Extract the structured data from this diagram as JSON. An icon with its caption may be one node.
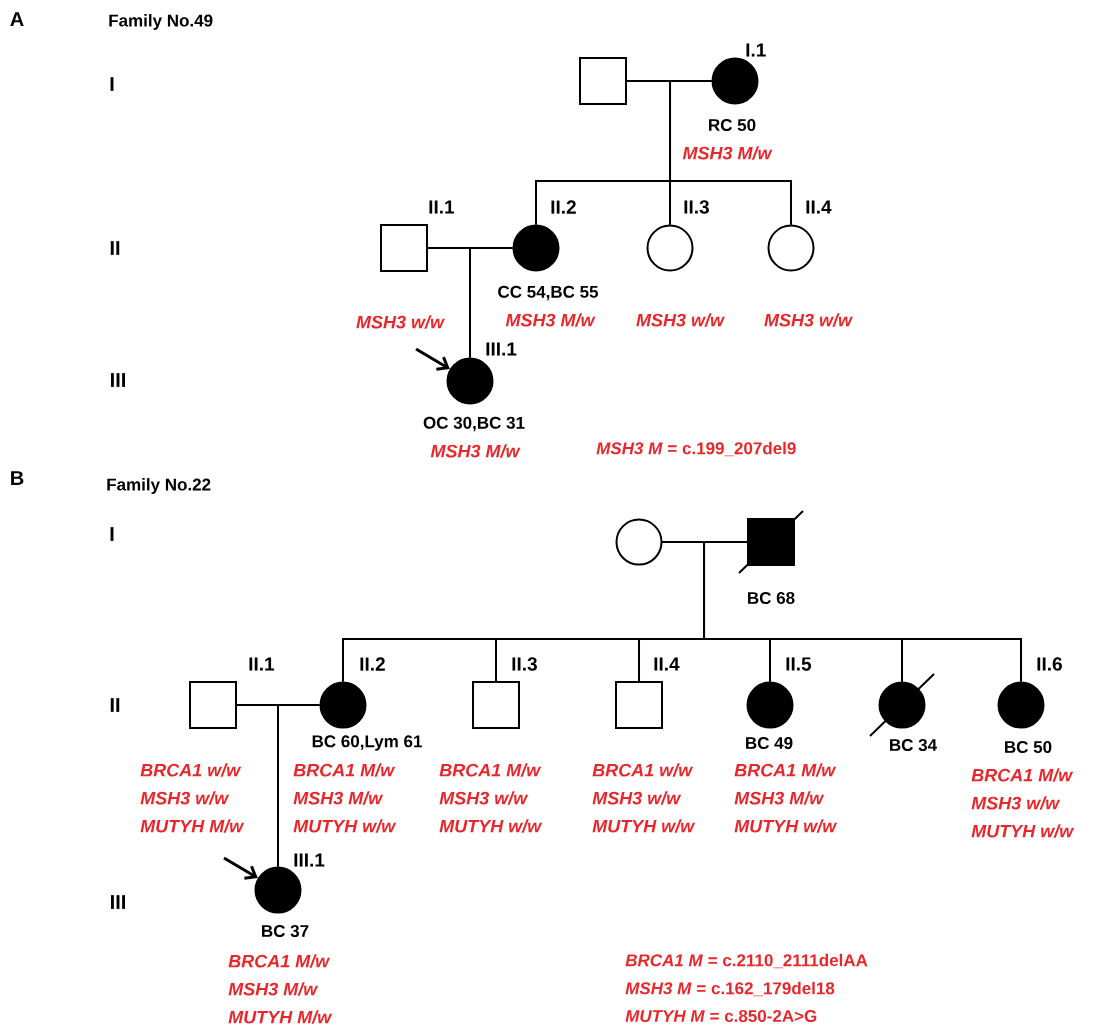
{
  "diagram": {
    "nodes": [
      {
        "text": [],
        "shape": "box"
      },
      {
        "text": [],
        "shape": "disc",
        "beside": [
          "I.1",
          "RC 50",
          "MSH3 M/w"
        ]
      },
      {
        "text": [],
        "shape": "box",
        "beside": [
          "II.1",
          "MSH3 w/w"
        ]
      },
      {
        "text": [],
        "shape": "disc",
        "beside": [
          "II.2",
          "CC 54,BC 55",
          "MSH3 M/w"
        ]
      },
      {
        "text": [],
        "shape": "circle",
        "beside": [
          "II.3",
          "MSH3 w/w"
        ]
      },
      {
        "text": [],
        "shape": "circle",
        "beside": [
          "II.4",
          "MSH3 w/w"
        ]
      },
      {
        "text": [],
        "shape": "disc",
        "beside": [
          "III.1",
          "OC 30,BC 31",
          "MSH3 M/w"
        ]
      },
      {
        "text": [],
        "shape": "circle"
      },
      {
        "text": [],
        "shape": "block",
        "beside": [
          "BC 68"
        ]
      },
      {
        "text": [],
        "shape": "box",
        "beside": [
          "II.1",
          "BRCA1 w/w",
          "MSH3 w/w",
          "MUTYH M/w"
        ]
      },
      {
        "text": [],
        "shape": "disc",
        "beside": [
          "II.2",
          "BC 60,Lym 61",
          "BRCA1 M/w",
          "MSH3 M/w",
          "MUTYH w/w"
        ]
      },
      {
        "text": [],
        "shape": "box",
        "beside": [
          "II.3",
          "BRCA1 M/w",
          "MSH3 w/w",
          "MUTYH w/w"
        ]
      },
      {
        "text": [],
        "shape": "box",
        "beside": [
          "II.4",
          "BRCA1 w/w",
          "MSH3 w/w",
          "MUTYH w/w"
        ]
      },
      {
        "text": [],
        "shape": "disc",
        "beside": [
          "II.5",
          "BC  49",
          "BRCA1 M/w",
          "MSH3 M/w",
          "MUTYH w/w"
        ]
      },
      {
        "text": [],
        "shape": "disc",
        "beside": [
          "BC 34"
        ]
      },
      {
        "text": [],
        "shape": "disc",
        "beside": [
          "II.6",
          "BC 50",
          "BRCA1 M/w",
          "MSH3 w/w",
          "MUTYH w/w"
        ]
      },
      {
        "text": [],
        "shape": "disc",
        "beside": [
          "III.1",
          "BC 37",
          "BRCA1 M/w",
          "MSH3 M/w",
          "MUTYH M/w"
        ]
      }
    ],
    "edges": [
      {
        "from": 0,
        "to": 1,
        "arrow": "none"
      },
      {
        "from": 0,
        "to": 3,
        "arrow": "none"
      },
      {
        "from": 1,
        "to": 3,
        "arrow": "none"
      },
      {
        "from": 0,
        "to": 4,
        "arrow": "none"
      },
      {
        "from": 1,
        "to": 4,
        "arrow": "none"
      },
      {
        "from": 0,
        "to": 5,
        "arrow": "none"
      },
      {
        "from": 1,
        "to": 5,
        "arrow": "none"
      },
      {
        "from": 2,
        "to": 3,
        "arrow": "none"
      },
      {
        "from": 2,
        "to": 6,
        "arrow": "none"
      },
      {
        "from": 3,
        "to": 6,
        "arrow": "none"
      },
      {
        "from": 7,
        "to": 8,
        "arrow": "none"
      },
      {
        "from": 7,
        "to": 10,
        "arrow": "none"
      },
      {
        "from": 8,
        "to": 10,
        "arrow": "none"
      },
      {
        "from": 7,
        "to": 11,
        "arrow": "none"
      },
      {
        "from": 8,
        "to": 11,
        "arrow": "none"
      },
      {
        "from": 7,
        "to": 12,
        "arrow": "none"
      },
      {
        "from": 8,
        "to": 12,
        "arrow": "none"
      },
      {
        "from": 7,
        "to": 13,
        "arrow": "none"
      },
      {
        "from": 8,
        "to": 13,
        "arrow": "none"
      },
      {
        "from": 7,
        "to": 14,
        "arrow": "none"
      },
      {
        "from": 8,
        "to": 14,
        "arrow": "none"
      },
      {
        "from": 7,
        "to": 15,
        "arrow": "none"
      },
      {
        "from": 8,
        "to": 15,
        "arrow": "none"
      },
      {
        "from": 9,
        "to": 10,
        "arrow": "none"
      },
      {
        "from": 9,
        "to": 16,
        "arrow": "none"
      },
      {
        "from": 10,
        "to": 16,
        "arrow": "none"
      },
      {
        "from": null,
        "to": 6,
        "arrow": "to"
      },
      {
        "from": null,
        "to": 16,
        "arrow": "to"
      }
    ],
    "labels": [
      "A",
      "Family No.49",
      "I",
      "II",
      "III",
      "*MSH3 M* = c.199_207del9",
      "B",
      "Family No.22",
      "I",
      "II",
      "III",
      "*BRCA1 M* = c.2110_2111delAA",
      "*MSH3   M* = c.162_179del18",
      "*MUTYH M* = c.850-2A>G"
    ]
  }
}
